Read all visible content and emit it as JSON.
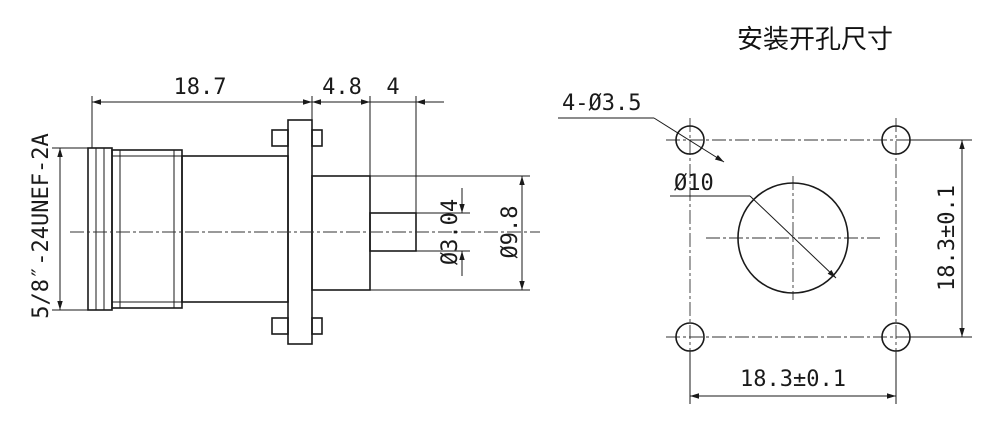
{
  "mounting_panel": {
    "title": "安装开孔尺寸",
    "hole_callout": "4-Ø3.5",
    "center_hole": "Ø10",
    "width": "18.3±0.1",
    "height": "18.3±0.1"
  },
  "connector_side_view": {
    "thread_spec": "5/8″-24UNEF-2A",
    "body_length": "18.7",
    "flange_offset": "4.8",
    "pin_length": "4",
    "pin_diameter": "Ø3.04",
    "shoulder_diameter": "Ø9.8"
  },
  "colors": {
    "line": "#1a1a1a",
    "background": "#ffffff"
  }
}
